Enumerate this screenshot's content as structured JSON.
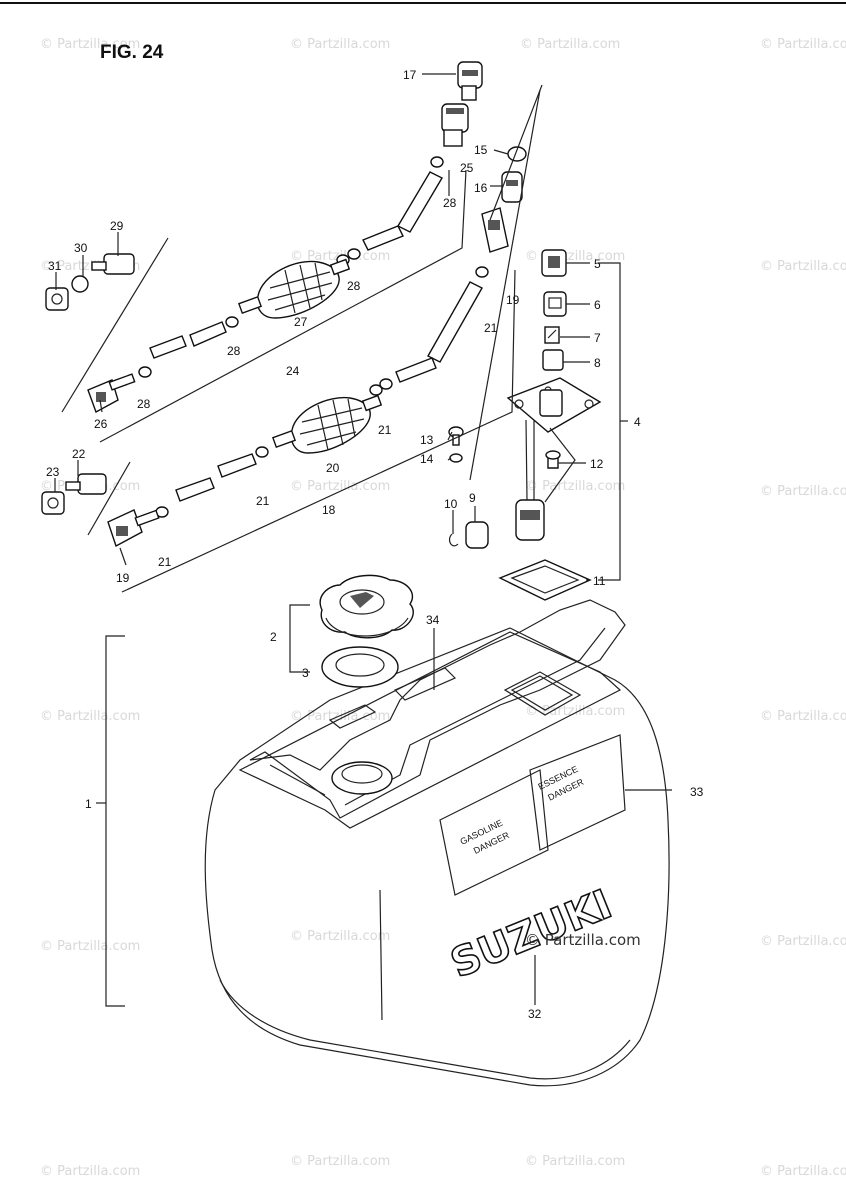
{
  "figure_title": "FIG. 24",
  "watermark_text": "© Partzilla.com",
  "center_watermark_text": "© Partzilla.com",
  "brand_text": "SUZUKI",
  "decal_left_lines": [
    "GASOLINE",
    "DANGER"
  ],
  "decal_right_lines": [
    "ESSENCE",
    "DANGER"
  ],
  "callouts": [
    "1",
    "2",
    "3",
    "4",
    "5",
    "6",
    "7",
    "8",
    "9",
    "10",
    "11",
    "12",
    "13",
    "14",
    "15",
    "16",
    "17",
    "18",
    "19",
    "19",
    "20",
    "21",
    "21",
    "21",
    "21",
    "22",
    "23",
    "24",
    "25",
    "26",
    "27",
    "28",
    "28",
    "28",
    "28",
    "29",
    "30",
    "31",
    "32",
    "33",
    "34"
  ],
  "colors": {
    "line": "#222222",
    "watermark": "#d8d8d8",
    "shade": "#555555"
  }
}
